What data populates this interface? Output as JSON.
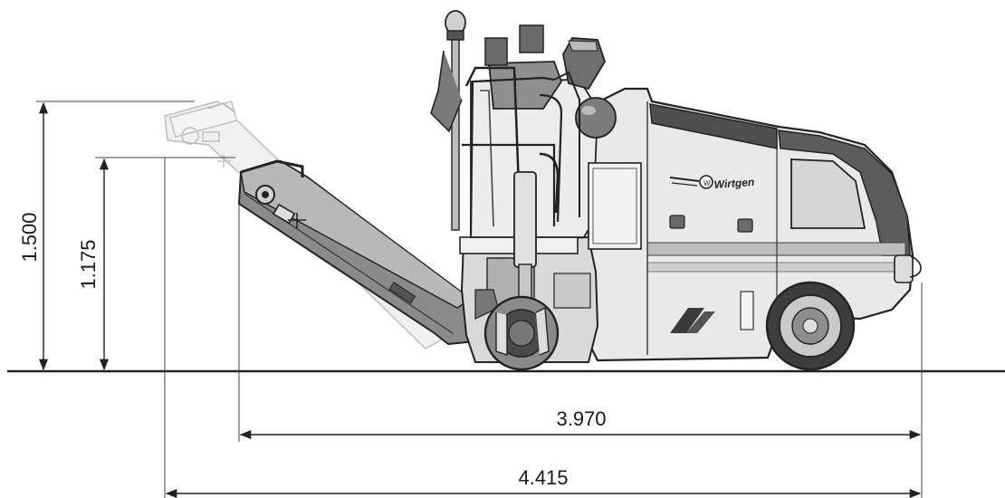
{
  "dimensions": {
    "height_raised": "1.500",
    "height_lower": "1.175",
    "length_conveyor_lower": "3.970",
    "length_conveyor_raised": "4.415"
  },
  "brand": {
    "logo_text": "Wirtgen"
  },
  "colors": {
    "ink": "#222222",
    "body_light": "#ececec",
    "body_mid": "#cfcfcf",
    "body_dark": "#5a5a5a",
    "ghost": "#e2e2e2"
  }
}
